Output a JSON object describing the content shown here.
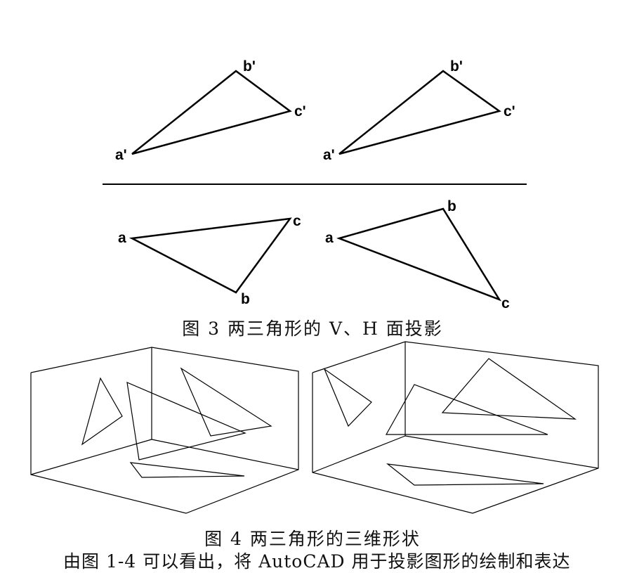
{
  "figure3": {
    "caption": "图 3 两三角形的 V、H 面投影",
    "v_left_labels": [
      "a'",
      "b'",
      "c'"
    ],
    "v_right_labels": [
      "a'",
      "b'",
      "c'"
    ],
    "h_left_labels": [
      "a",
      "b",
      "c"
    ],
    "h_right_labels": [
      "a",
      "b",
      "c"
    ]
  },
  "figure4": {
    "caption": "图 4 两三角形的三维形状"
  },
  "body_text": "由图 1-4 可以看出，将 AutoCAD 用于投影图形的绘制和表达"
}
